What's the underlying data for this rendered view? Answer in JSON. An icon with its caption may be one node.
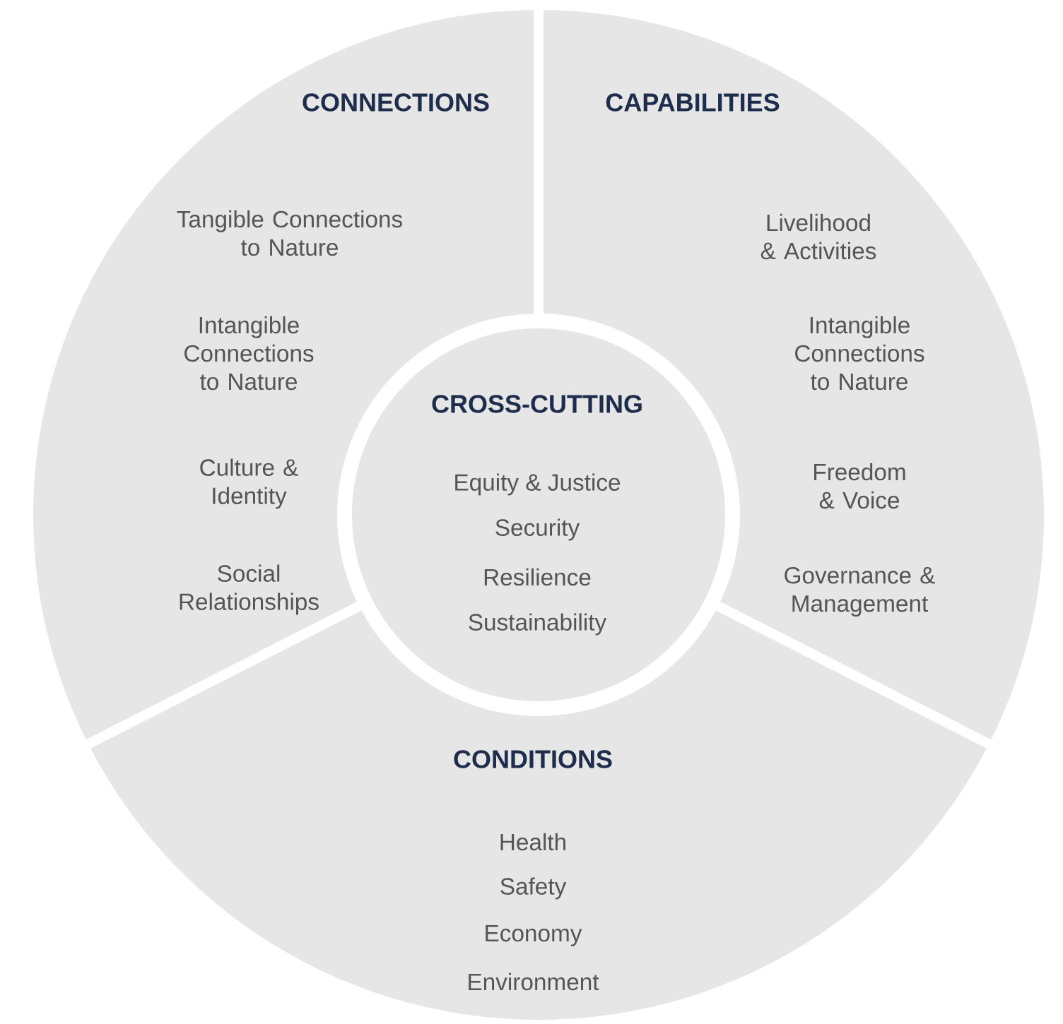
{
  "diagram": {
    "nodes": [
      {
        "text": [
          "CONNECTIONS",
          "Tangible Connections to Nature",
          "Intangible Connections to Nature",
          "Culture & Identity",
          "Social Relationships"
        ]
      },
      {
        "text": [
          "CAPABILITIES",
          "Livelihood & Activities",
          "Intangible Connections to Nature",
          "Freedom & Voice",
          "Governance & Management"
        ]
      },
      {
        "text": [
          "CROSS-CUTTING",
          "Equity & Justice",
          "Security",
          "Resilience",
          "Sustainability"
        ]
      },
      {
        "text": [
          "CONDITIONS",
          "Health",
          "Safety",
          "Economy",
          "Environment"
        ]
      }
    ]
  }
}
